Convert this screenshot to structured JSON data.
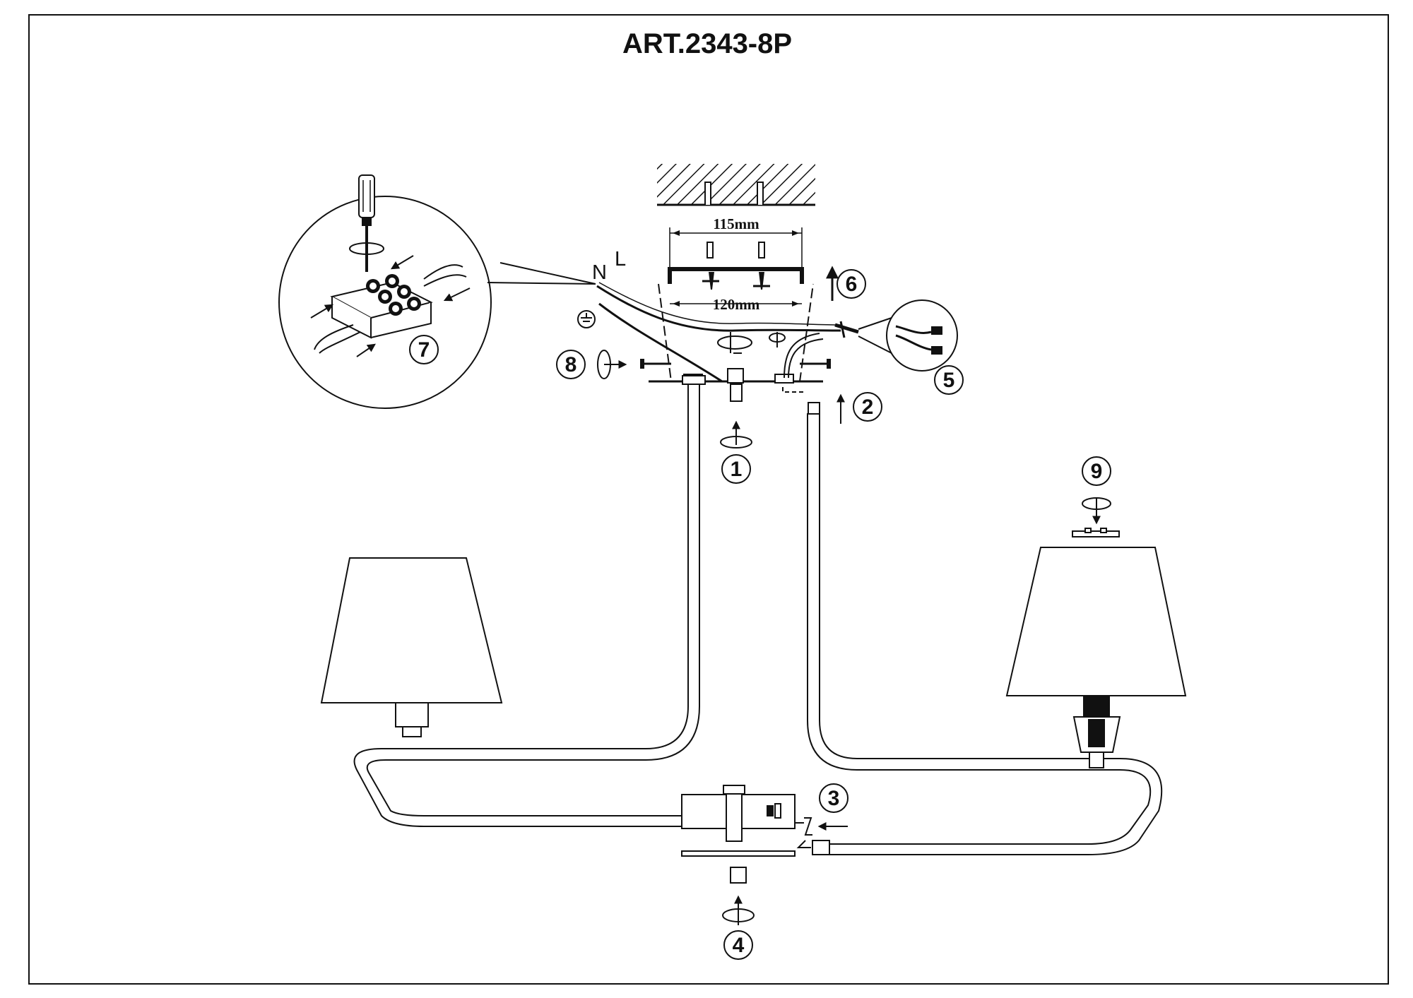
{
  "title": "ART.2343-8P",
  "dimensions": {
    "top": "115mm",
    "bottom": "120mm"
  },
  "wire_labels": {
    "neutral": "N",
    "live": "L"
  },
  "steps": [
    "1",
    "2",
    "3",
    "4",
    "5",
    "6",
    "7",
    "8",
    "9"
  ],
  "colors": {
    "line": "#111111",
    "background": "#ffffff"
  }
}
